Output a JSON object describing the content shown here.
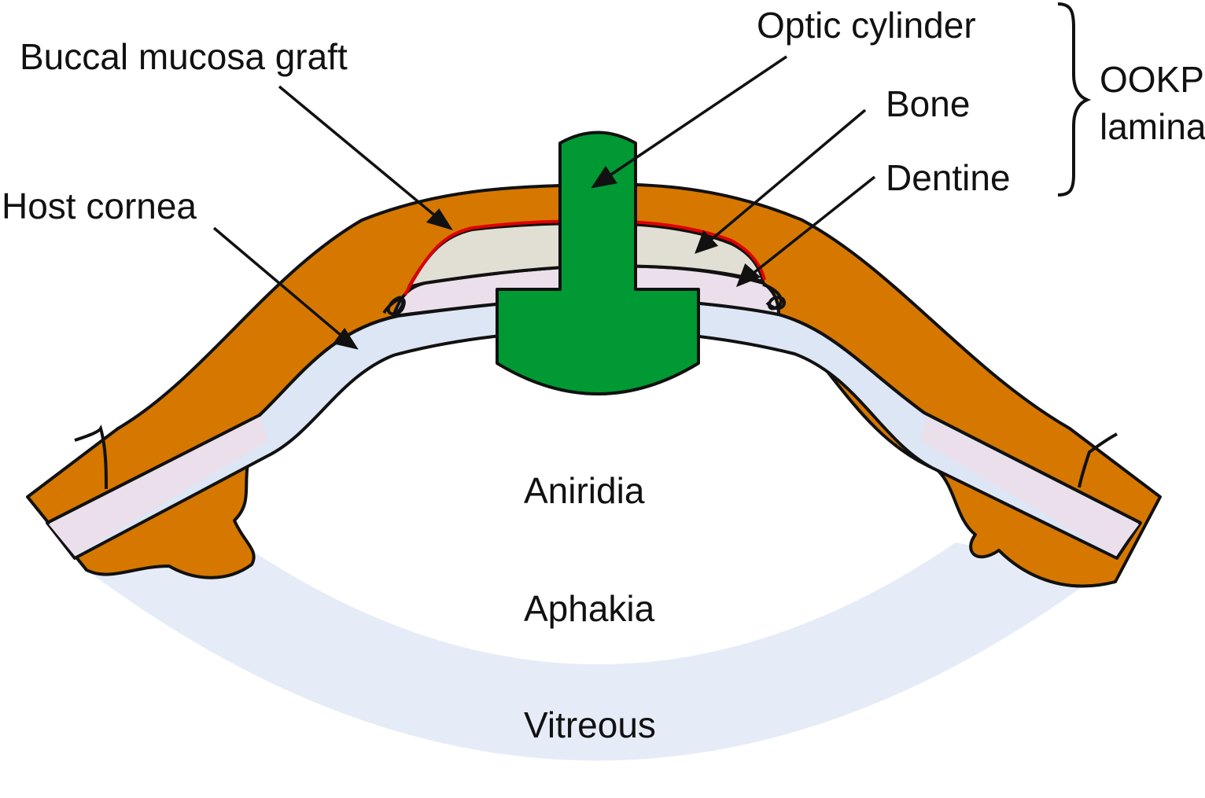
{
  "labels": {
    "buccal_mucosa_graft": "Buccal mucosa graft",
    "optic_cylinder": "Optic cylinder",
    "bone": "Bone",
    "dentine": "Dentine",
    "host_cornea": "Host cornea",
    "ookp_line1": "OOKP",
    "ookp_line2": "lamina",
    "aniridia": "Aniridia",
    "aphakia": "Aphakia",
    "vitreous": "Vitreous"
  },
  "colors": {
    "mucosa": "#d67800",
    "optic_cylinder": "#009933",
    "bone": "#e1dfd4",
    "dentine": "#eadfea",
    "cornea": "#dde6f4",
    "vitreous": "#e6ecf7",
    "red_line": "#e00000",
    "outline": "#111111"
  }
}
